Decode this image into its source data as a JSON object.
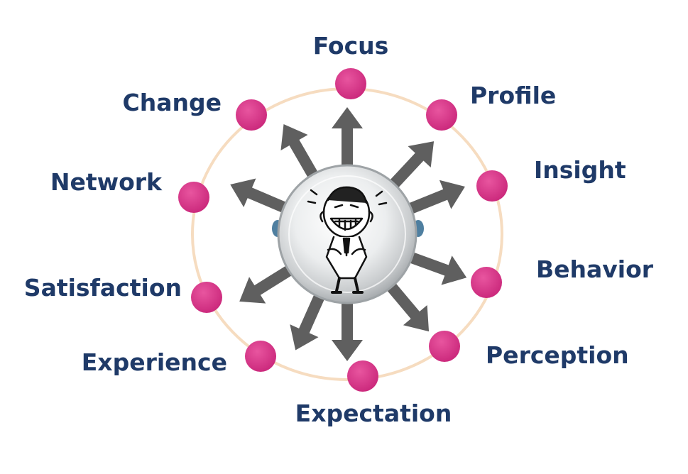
{
  "labels": {
    "focus": "Focus",
    "profile": "Profile",
    "insight": "Insight",
    "behavior": "Behavior",
    "perception": "Perception",
    "expectation": "Expectation",
    "experience": "Experience",
    "satisfaction": "Satisfaction",
    "network": "Network",
    "change": "Change"
  },
  "colors": {
    "node": "#d9358a",
    "ring": "#f6dcc0",
    "arrow": "#5f5f5f",
    "label": "#1f3a68",
    "hub": "#dcdedf"
  },
  "icons": {
    "center": "grinning-man-illustration"
  }
}
